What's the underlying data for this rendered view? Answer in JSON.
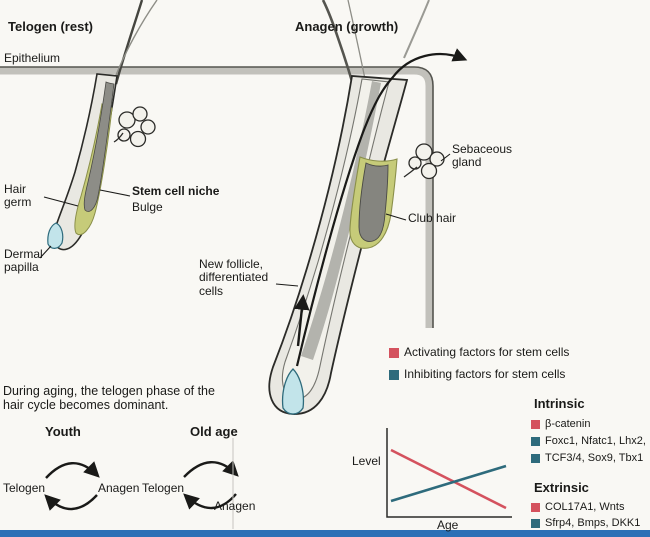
{
  "phase_headers": {
    "telogen": "Telogen (rest)",
    "anagen": "Anagen (growth)"
  },
  "anatomy": {
    "epithelium": "Epithelium",
    "hair_germ": "Hair germ",
    "stem_cell_niche": "Stem cell niche",
    "bulge": "Bulge",
    "dermal_papilla": "Dermal papilla",
    "sebaceous_gland": "Sebaceous gland",
    "club_hair": "Club hair",
    "new_follicle": "New follicle, differentiated cells"
  },
  "aging_note": "During aging, the telogen phase of the hair cycle becomes dominant.",
  "cycles": {
    "youth": {
      "title": "Youth",
      "left": "Telogen",
      "right": "Anagen"
    },
    "old_age": {
      "title": "Old age",
      "left": "Telogen",
      "right": "Anagen"
    }
  },
  "legend": {
    "activating": "Activating factors for stem cells",
    "inhibiting": "Inhibiting factors for stem cells"
  },
  "chart_data": {
    "type": "line",
    "title": "",
    "xlabel": "Age",
    "ylabel": "Level",
    "grid": false,
    "series": [
      {
        "name": "Activating factors for stem cells",
        "color": "#d4525e",
        "trend": "decreasing",
        "points_norm": [
          [
            0,
            0.85
          ],
          [
            1,
            0.12
          ]
        ]
      },
      {
        "name": "Inhibiting factors for stem cells",
        "color": "#2e6b7c",
        "trend": "increasing",
        "points_norm": [
          [
            0,
            0.2
          ],
          [
            1,
            0.6
          ]
        ]
      }
    ]
  },
  "factors": {
    "intrinsic_title": "Intrinsic",
    "intrinsic": [
      {
        "label": "β-catenin",
        "type": "activating"
      },
      {
        "label": "Foxc1, Nfatc1, Lhx2,",
        "type": "inhibiting"
      },
      {
        "label": "TCF3/4, Sox9, Tbx1",
        "type": "inhibiting"
      }
    ],
    "extrinsic_title": "Extrinsic",
    "extrinsic": [
      {
        "label": "COL17A1, Wnts",
        "type": "activating"
      },
      {
        "label": "Sfrp4, Bmps, DKK1",
        "type": "inhibiting"
      }
    ]
  },
  "colors": {
    "activating": "#d4525e",
    "inhibiting": "#2e6b7c",
    "bulge_olive": "#c6cb79",
    "dermal_papilla_blue": "#c2e4ea",
    "footer_bar": "#2c70b6"
  }
}
